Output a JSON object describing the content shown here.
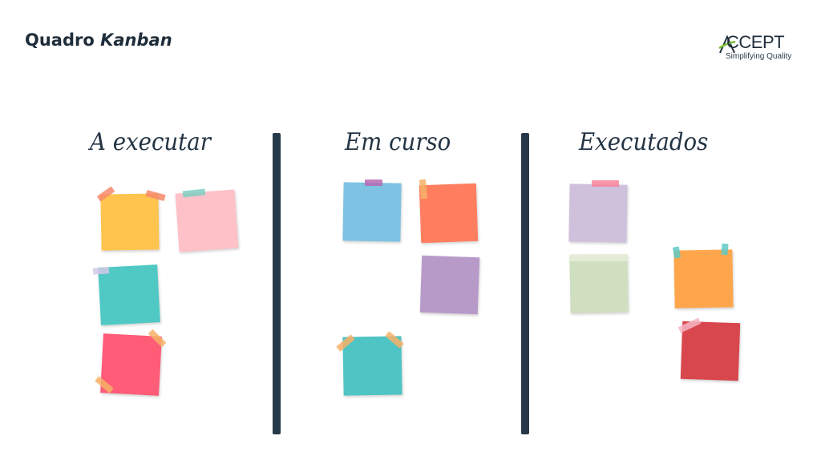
{
  "header": {
    "title_plain": "Quadro ",
    "title_italic": "Kanban"
  },
  "logo": {
    "word": "CCEPT",
    "tagline": "Simplifying Quality"
  },
  "columns": [
    {
      "label": "A executar"
    },
    {
      "label": "Em curso"
    },
    {
      "label": "Executados"
    }
  ],
  "colors": {
    "divider": "#26394a",
    "title": "#1f2d3a"
  }
}
